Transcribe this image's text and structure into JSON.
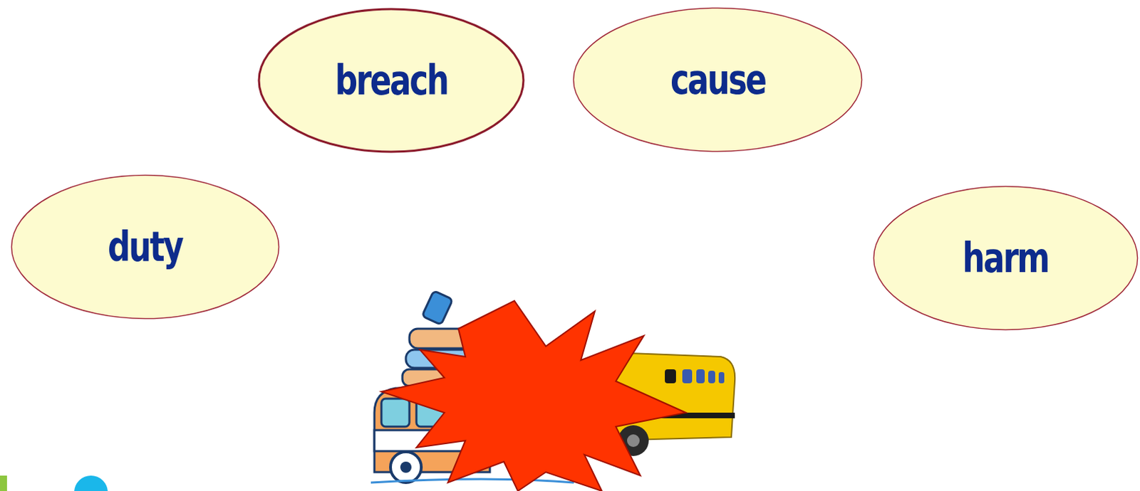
{
  "diagram": {
    "nodes": [
      {
        "text": [
          "breach"
        ]
      },
      {
        "text": [
          "cause"
        ]
      },
      {
        "text": [
          "duty"
        ]
      },
      {
        "text": [
          "harm"
        ]
      }
    ]
  }
}
